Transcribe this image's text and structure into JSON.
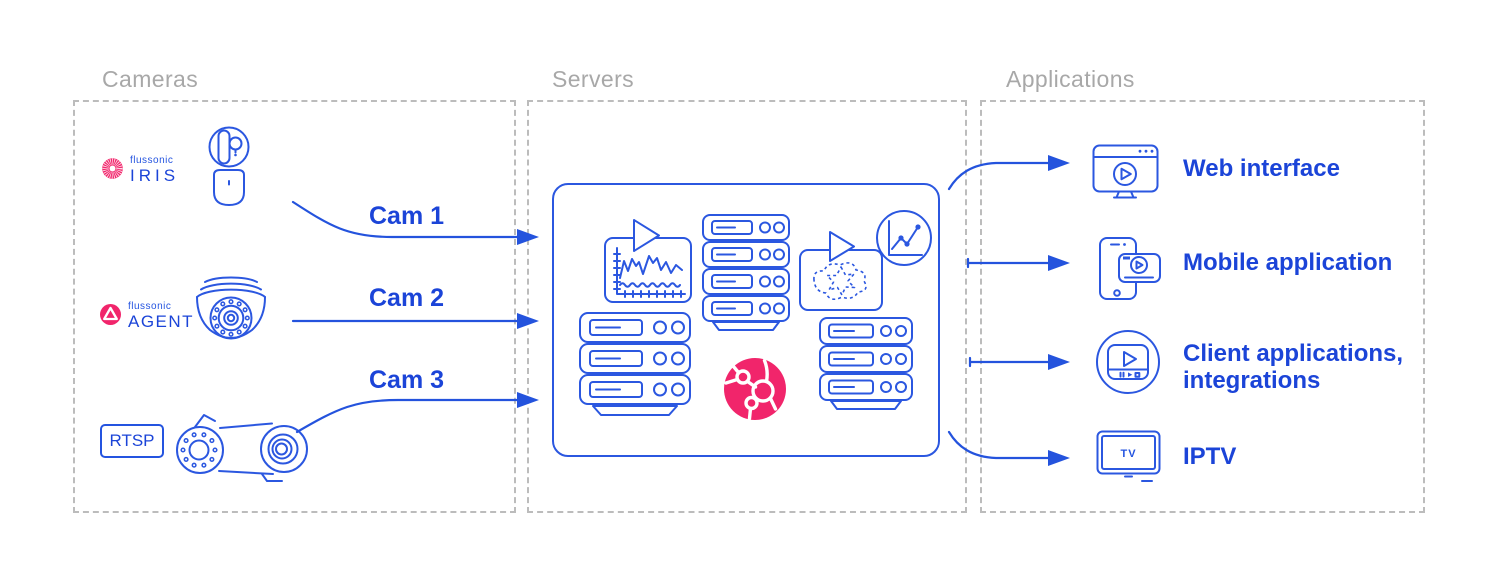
{
  "palette": {
    "accent_blue": "#2454e0",
    "text_blue": "#1b44d8",
    "brand_pink": "#f1256b",
    "section_title_gray": "#a8a8a8",
    "dashed_border_gray": "#bcbcbc"
  },
  "sections": {
    "cameras": {
      "title": "Cameras"
    },
    "servers": {
      "title": "Servers"
    },
    "applications": {
      "title": "Applications"
    }
  },
  "cameras": {
    "iris": {
      "brand": "flussonic",
      "product": "IRIS"
    },
    "agent": {
      "brand": "flussonic",
      "product": "AGENT"
    },
    "rtsp": {
      "label": "RTSP"
    }
  },
  "streams": {
    "cam1": "Cam 1",
    "cam2": "Cam 2",
    "cam3": "Cam 3"
  },
  "applications": {
    "web": {
      "label": "Web interface"
    },
    "mobile": {
      "label": "Mobile application"
    },
    "client": {
      "label_line1": "Client applications,",
      "label_line2": "integrations"
    },
    "iptv": {
      "label": "IPTV"
    }
  },
  "icons": {
    "tv_screen_label": "TV"
  }
}
